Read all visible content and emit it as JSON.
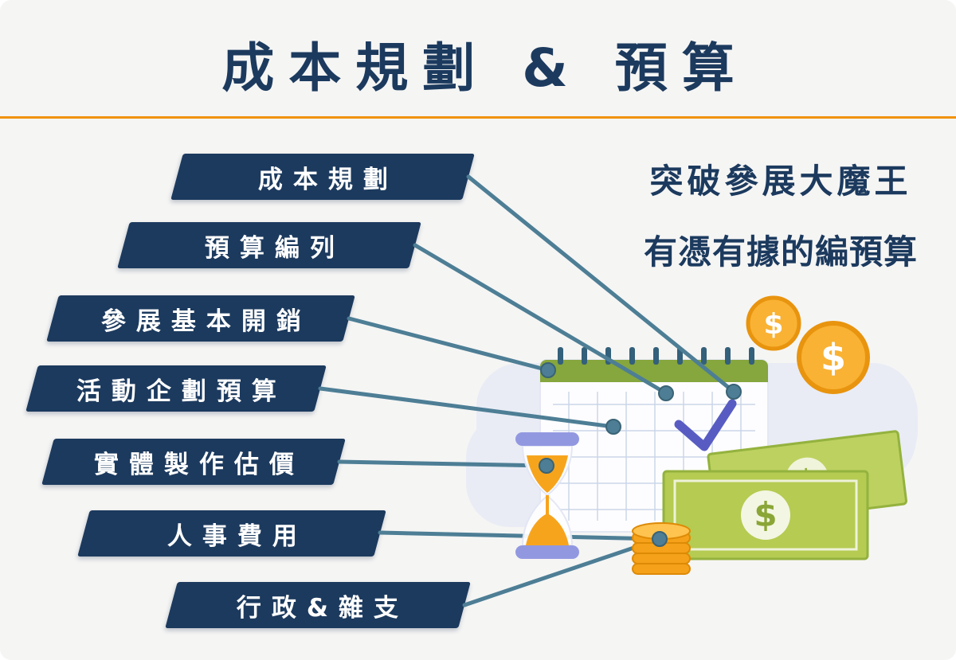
{
  "header": {
    "title": "成本規劃 & 預算"
  },
  "tagline": {
    "line1": "突破參展大魔王",
    "line2": "有憑有據的編預算"
  },
  "labels": {
    "items": [
      "成本規劃",
      "預算編列",
      "參展基本開銷",
      "活動企劃預算",
      "實體製作估價",
      "人事費用",
      "行政&雜支"
    ]
  },
  "illustration": {
    "dollar": "$",
    "icons": [
      "calendar-spreadsheet",
      "check-mark",
      "gold-coins",
      "banknotes",
      "hourglass",
      "coin-stack"
    ]
  },
  "colors": {
    "navy": "#1c3a5e",
    "divider_orange": "#f0930e",
    "connector_teal": "#4d7e95",
    "coin_gold": "#f9b234",
    "bill_green": "#b5cb52",
    "calendar_header_green": "#86a63e",
    "check_purple": "#585cc2",
    "blob": "#e9ecf5",
    "background": "#f5f5f4"
  }
}
